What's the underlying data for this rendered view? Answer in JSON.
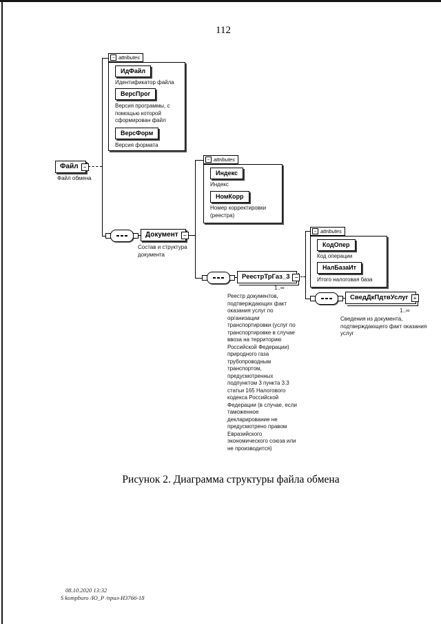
{
  "page": {
    "number": "112",
    "figure_caption": "Рисунок 2. Диаграмма структуры файла обмена",
    "footer_timestamp": "08.10.2020 13:32",
    "footer_reference": "S kompburo /Ю_Р /прил-И3766-18"
  },
  "diagram": {
    "file": {
      "name": "Файл",
      "caption": "Файл обмена",
      "expander": "−"
    },
    "file_attrs": {
      "header": "attributes",
      "header_icon": "−",
      "items": [
        {
          "name": "ИдФайл",
          "caption": "Идентификатор файла"
        },
        {
          "name": "ВерсПрог",
          "caption": "Версия программы, с помощью которой сформирован файл"
        },
        {
          "name": "ВерсФорм",
          "caption": "Версия формата"
        }
      ]
    },
    "document": {
      "name": "Документ",
      "caption": "Состав и структура документа",
      "expander": "−"
    },
    "document_attrs": {
      "header": "attributes",
      "header_icon": "−",
      "items": [
        {
          "name": "Индекс",
          "caption": "Индекс"
        },
        {
          "name": "НомКорр",
          "caption": "Номер корректировки (реестра)"
        }
      ]
    },
    "registry": {
      "name": "РеестрТрГаз_3",
      "occurrence": "1..∞",
      "expander": "−",
      "caption": "Реестр документов, подтверждающих факт оказания услуг по организации транспортировки (услуг по транспортировке в случае ввоза на территорию Российской Федерации) природного газа трубопроводным транспортом, предусмотренных подпунктом 3 пункта 3.3 статьи 165 Налогового кодекса Российской Федерации (в случае, если таможенное декларирование не предусмотрено правом Евразийского экономического союза или не производится)"
    },
    "registry_attrs": {
      "header": "attributes",
      "header_icon": "−",
      "items": [
        {
          "name": "КодОпер",
          "caption": "Код операции"
        },
        {
          "name": "НалБазаИт",
          "caption": "Итого налоговая база"
        }
      ]
    },
    "service_doc": {
      "name": "СведДкПдтвУслуг",
      "occurrence": "1..∞",
      "expander": "+",
      "caption": "Сведения из документа, подтверждающего факт оказания услуг"
    }
  }
}
